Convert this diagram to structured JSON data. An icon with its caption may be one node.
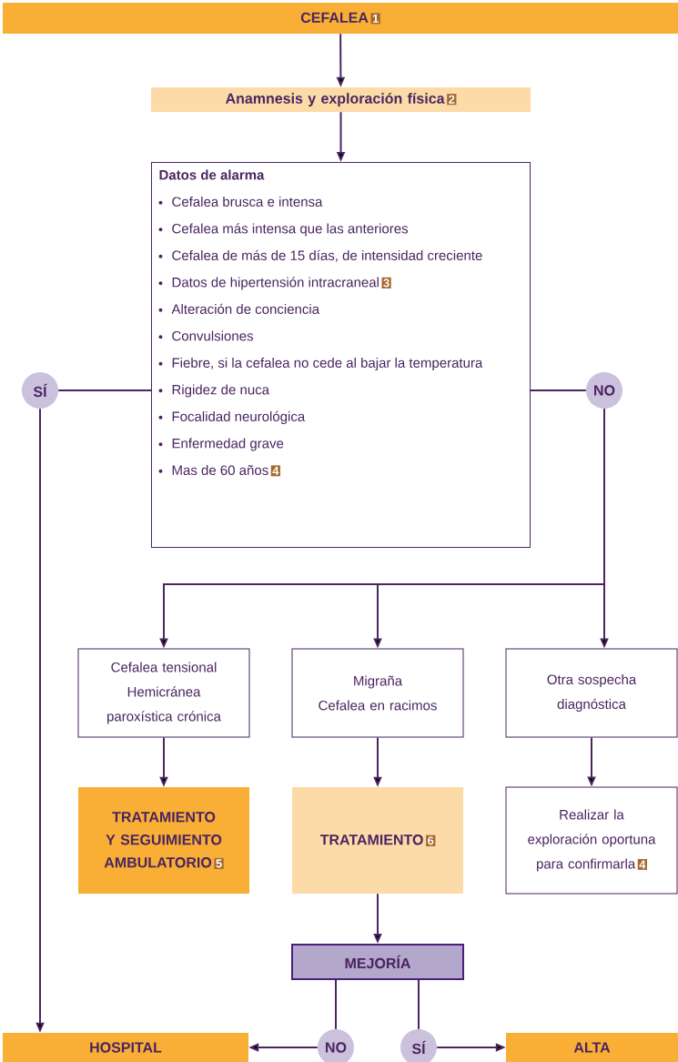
{
  "diagram": {
    "nodes": [
      {
        "text": [
          "CEFALEA",
          "1"
        ]
      },
      {
        "text": [
          "Anamnesis y exploración física",
          "2"
        ]
      },
      {
        "text": [
          "Datos de alarma",
          "Cefalea brusca e intensa",
          "Cefalea más intensa que las anteriores",
          "Cefalea de más de 15 días, de intensidad creciente",
          "Datos de hipertensión intracraneal",
          "3",
          "Alteración de conciencia",
          "Convulsiones",
          "Fiebre, si la cefalea no cede al bajar la temperatura",
          "Rigidez de nuca",
          "Focalidad neurológica",
          "Enfermedad grave",
          "Mas de 60 años",
          "4"
        ]
      },
      {
        "text": [
          "SÍ"
        ]
      },
      {
        "text": [
          "NO"
        ]
      },
      {
        "text": [
          "Cefalea tensional",
          "Hemicránea paroxística crónica"
        ]
      },
      {
        "text": [
          "Migraña",
          "Cefalea en racimos"
        ]
      },
      {
        "text": [
          "Otra sospecha diagnóstica"
        ]
      },
      {
        "text": [
          "TRATAMIENTO Y SEGUIMIENTO AMBULATORIO",
          "5"
        ]
      },
      {
        "text": [
          "TRATAMIENTO",
          "6"
        ]
      },
      {
        "text": [
          "Realizar la exploración oportuna para confirmarla",
          "4"
        ]
      },
      {
        "text": [
          "MEJORÍA"
        ]
      },
      {
        "text": [
          "NO"
        ]
      },
      {
        "text": [
          "SÍ"
        ]
      },
      {
        "text": [
          "HOSPITAL"
        ]
      },
      {
        "text": [
          "ALTA"
        ]
      }
    ],
    "edges": [
      {
        "from": 0,
        "to": 1,
        "arrow": "to"
      },
      {
        "from": 1,
        "to": 2,
        "arrow": "to"
      },
      {
        "from": 2,
        "to": 3,
        "arrow": "none"
      },
      {
        "from": 2,
        "to": 4,
        "arrow": "none"
      },
      {
        "from": 3,
        "to": 14,
        "arrow": "to"
      },
      {
        "from": 4,
        "to": 5,
        "arrow": "to"
      },
      {
        "from": 4,
        "to": 6,
        "arrow": "to"
      },
      {
        "from": 4,
        "to": 7,
        "arrow": "to"
      },
      {
        "from": 5,
        "to": 8,
        "arrow": "to"
      },
      {
        "from": 6,
        "to": 9,
        "arrow": "to"
      },
      {
        "from": 7,
        "to": 10,
        "arrow": "to"
      },
      {
        "from": 9,
        "to": 11,
        "arrow": "to"
      },
      {
        "from": 11,
        "to": 12,
        "arrow": "none"
      },
      {
        "from": 11,
        "to": 13,
        "arrow": "none"
      },
      {
        "from": 12,
        "to": 14,
        "arrow": "to"
      },
      {
        "from": 13,
        "to": 15,
        "arrow": "to"
      }
    ]
  }
}
